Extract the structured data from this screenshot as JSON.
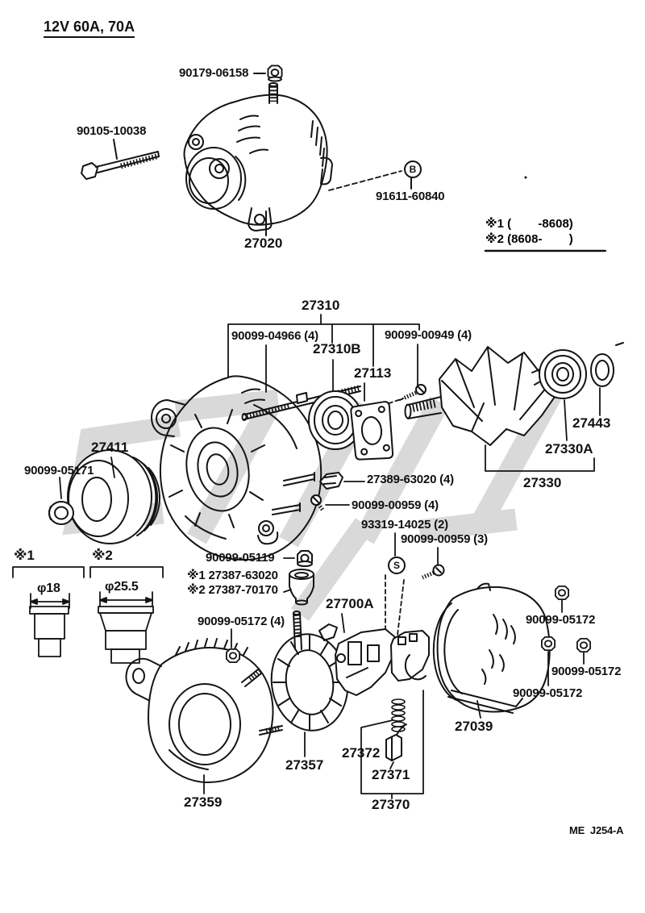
{
  "page": {
    "title": "12V 60A, 70A",
    "doc_code": "ME  J254-A"
  },
  "production_notes": {
    "line1": "※1 (        -8608)",
    "line2": "※2 (8608-        )"
  },
  "markers": {
    "bolt_marker": "B",
    "screw_marker": "S"
  },
  "variant_figures": {
    "fig1": {
      "symbol": "※1",
      "diameter": "φ18"
    },
    "fig2": {
      "symbol": "※2",
      "diameter": "φ25.5"
    }
  },
  "parts": {
    "p90179_06158": "90179-06158",
    "p90105_10038": "90105-10038",
    "p91611_60840": "91611-60840",
    "p27020": "27020",
    "p27310": "27310",
    "p90099_04966": "90099-04966 (4)",
    "p27310b": "27310B",
    "p27113": "27113",
    "p90099_00949": "90099-00949 (4)",
    "p27443": "27443",
    "p27330a": "27330A",
    "p27330": "27330",
    "p27411": "27411",
    "p90099_05171": "90099-05171",
    "p27389_63020": "27389-63020 (4)",
    "p90099_00959_4": "90099-00959 (4)",
    "p93319_14025": "93319-14025 (2)",
    "p90099_00959_3": "90099-00959 (3)",
    "p90099_05119": "90099-05119",
    "p27387_v1": "※1 27387-63020",
    "p27387_v2": "※2 27387-70170",
    "p27700a": "27700A",
    "p90099_05172_4": "90099-05172 (4)",
    "p90099_05172_top": "90099-05172",
    "p90099_05172_right": "90099-05172",
    "p90099_05172_bottom": "90099-05172",
    "p27039": "27039",
    "p27372": "27372",
    "p27371": "27371",
    "p27370": "27370",
    "p27357": "27357",
    "p27359": "27359"
  }
}
